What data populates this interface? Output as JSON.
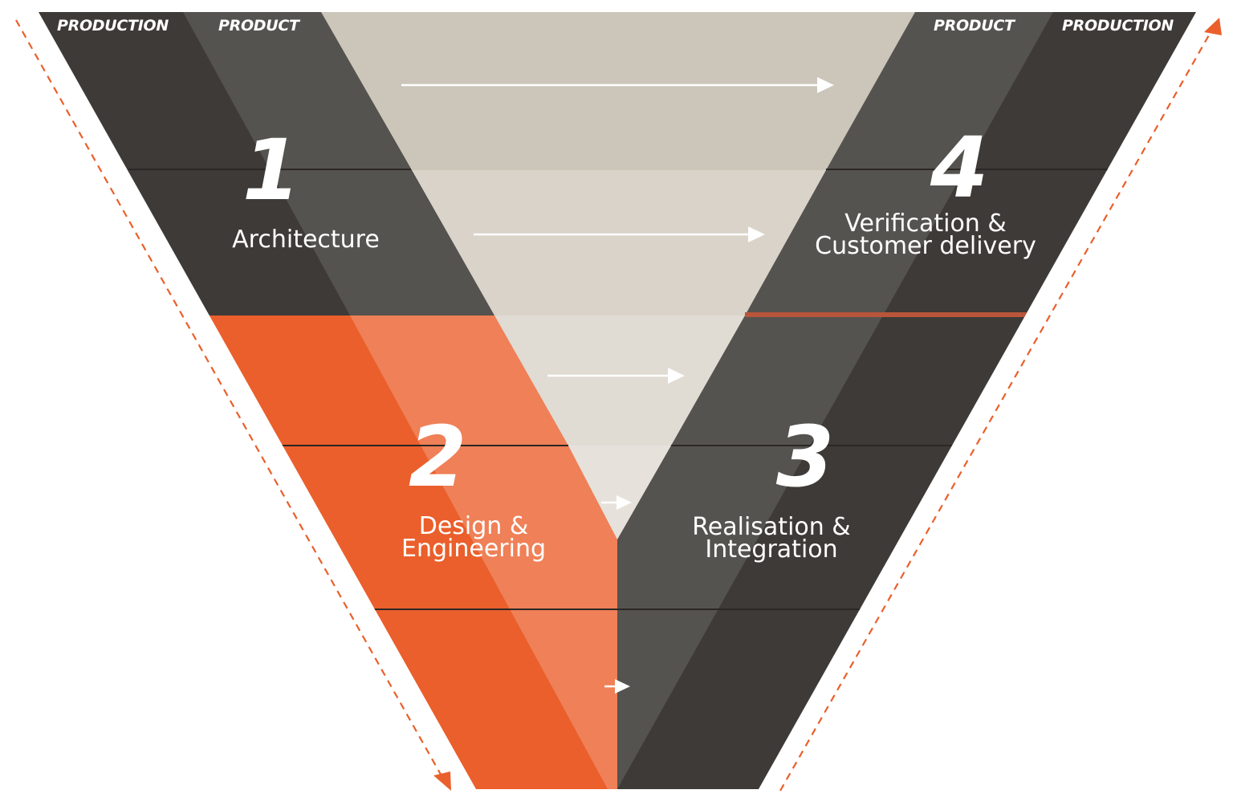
{
  "headers": {
    "left_production": "PRODUCTION",
    "left_product": "PRODUCT",
    "right_product": "PRODUCT",
    "right_production": "PRODUCTION"
  },
  "phases": [
    {
      "number": "1",
      "label_lines": [
        "Architecture"
      ]
    },
    {
      "number": "2",
      "label_lines": [
        "Design &",
        "Engineering"
      ]
    },
    {
      "number": "3",
      "label_lines": [
        "Realisation &",
        "Integration"
      ]
    },
    {
      "number": "4",
      "label_lines": [
        "Verification &",
        "Customer delivery"
      ]
    }
  ],
  "colors": {
    "dark": "#3e3a37",
    "medium": "#55534f",
    "orange": "#ea5f2b",
    "orange_light": "#ef8057",
    "beige_1": "#ccc5ba",
    "beige_2": "#d9d3c9",
    "beige_3": "#e0dbd3",
    "beige_4": "#e6e2db",
    "accent_line": "#b8553a",
    "dash": "#ea5f2b",
    "text": "#ffffff"
  }
}
